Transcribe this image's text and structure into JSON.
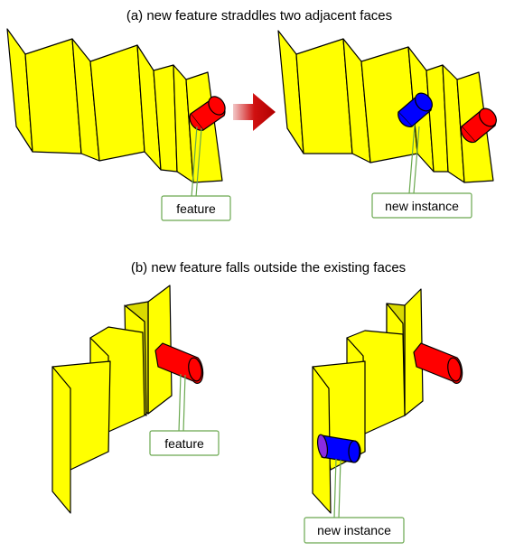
{
  "captions": {
    "a": "(a) new feature straddles two adjacent faces",
    "b": "(b) new feature falls outside the existing faces"
  },
  "labels": {
    "a_left": "feature",
    "a_right": "new instance",
    "b_left": "feature",
    "b_right": "new instance"
  },
  "colors": {
    "face": "#ffff00",
    "face_dark": "#d9d900",
    "feature": "#ff0000",
    "instance": "#0000ff",
    "instance_end": "#8a2be2",
    "arrow": "#c00000",
    "leader": "#6aa84f"
  }
}
